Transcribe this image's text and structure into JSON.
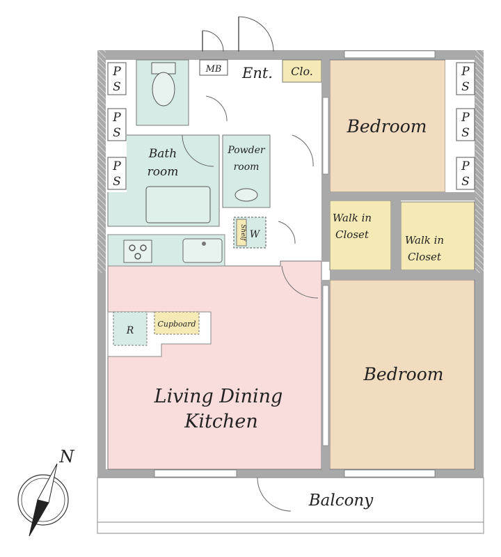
{
  "rooms": {
    "bedroom_upper": "Bedroom",
    "bedroom_lower": "Bedroom",
    "walk_in_closet_left": [
      "Walk in",
      "Closet"
    ],
    "walk_in_closet_right": [
      "Walk in",
      "Closet"
    ],
    "living": [
      "Living Dining",
      "Kitchen"
    ],
    "bathroom": [
      "Bath",
      "room"
    ],
    "powder_room": [
      "Powder",
      "room"
    ],
    "entrance": "Ent.",
    "closet": "Clo.",
    "meter_box": "MB",
    "balcony": "Balcony",
    "cupboard": "Cupboard",
    "refrigerator": "R",
    "washer": "W",
    "shelf": "Shelf"
  },
  "pipe_space": {
    "top": "P",
    "bottom": "S"
  },
  "compass": {
    "north": "N"
  },
  "colors": {
    "wall": "#a9a9a9",
    "bedroom": "#f2dcbf",
    "closet": "#f5e9b5",
    "ldk": "#f9dcdc",
    "wet": "#d6ebe5",
    "cabinet": "#cde6df"
  }
}
